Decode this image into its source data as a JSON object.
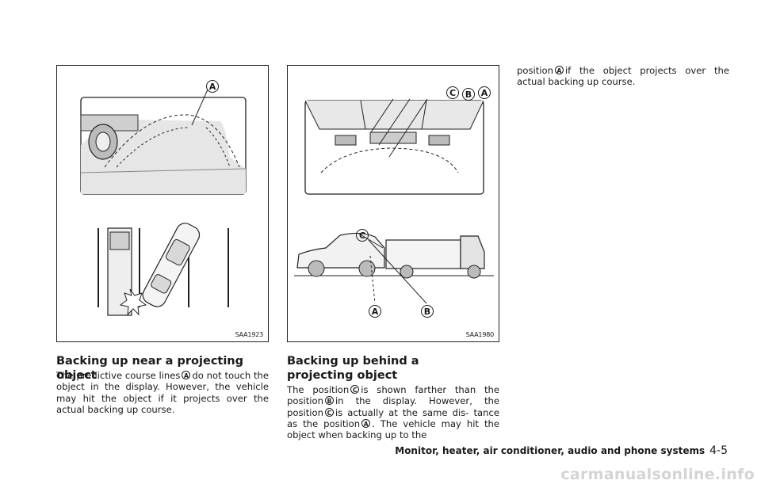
{
  "figures": [
    {
      "code": "SAA1923",
      "callouts": [
        "A"
      ]
    },
    {
      "code": "SAA1980",
      "callouts": [
        "C",
        "B",
        "A",
        "C",
        "A",
        "B"
      ]
    }
  ],
  "sections": [
    {
      "title": "Backing up near a projecting object",
      "paragraph": [
        {
          "t": "The predictive course lines"
        },
        {
          "c": "A"
        },
        {
          "t": "do not touch the object in the display. However, the vehicle may hit the object if it projects over the actual backing up course."
        }
      ]
    },
    {
      "title": "Backing up behind a projecting object",
      "paragraph": [
        {
          "t": "The position"
        },
        {
          "c": "C"
        },
        {
          "t": "is shown farther than the position"
        },
        {
          "c": "B"
        },
        {
          "t": "in the display. However, the position"
        },
        {
          "c": "C"
        },
        {
          "t": "is actually at the same dis- tance as the position"
        },
        {
          "c": "A"
        },
        {
          "t": ". The vehicle may hit the object when backing up to the"
        }
      ]
    },
    {
      "paragraph": [
        {
          "t": "position"
        },
        {
          "c": "A"
        },
        {
          "t": "if the object projects over the actual backing up course."
        }
      ]
    }
  ],
  "footer": {
    "chapter": "Monitor, heater, air conditioner, audio and phone systems",
    "page": "4-5"
  },
  "watermark": "carmanualsonline.info"
}
